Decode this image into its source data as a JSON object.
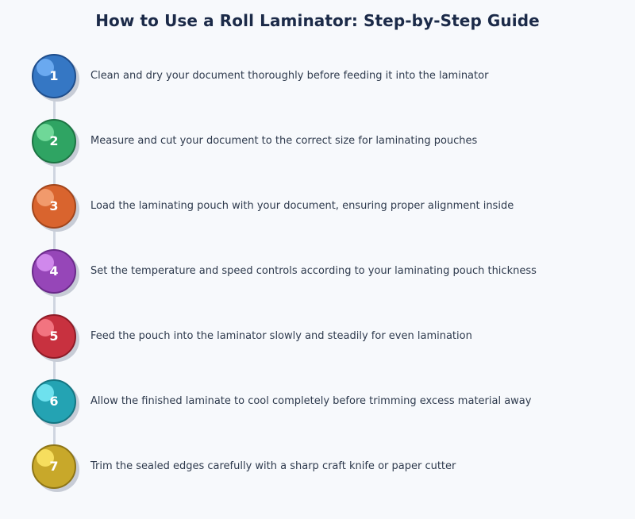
{
  "title": "How to Use a Roll Laminator: Step-by-Step Guide",
  "colors": {
    "background": "#f7f9fc",
    "title": "#1b2a48",
    "text": "#2e3a4d",
    "connector": "#cfd5e0"
  },
  "steps": [
    {
      "number": "1",
      "text": "Clean and dry your document thoroughly before feeding it into the laminator",
      "fill": "#3577c4",
      "border": "#1f4e8c",
      "highlight": "#6aa9f0"
    },
    {
      "number": "2",
      "text": "Measure and cut your document to the correct size for laminating pouches",
      "fill": "#2fa463",
      "border": "#1d7443",
      "highlight": "#6fd898"
    },
    {
      "number": "3",
      "text": "Load the laminating pouch with your document, ensuring proper alignment inside",
      "fill": "#d9642e",
      "border": "#a2461c",
      "highlight": "#f19a6c"
    },
    {
      "number": "4",
      "text": "Set the temperature and speed controls according to your laminating pouch thickness",
      "fill": "#9646b8",
      "border": "#6a2a8a",
      "highlight": "#d088ec"
    },
    {
      "number": "5",
      "text": "Feed the pouch into the laminator slowly and steadily for even lamination",
      "fill": "#c8313f",
      "border": "#8e1c27",
      "highlight": "#f27480"
    },
    {
      "number": "6",
      "text": "Allow the finished laminate to cool completely before trimming excess material away",
      "fill": "#24a3b3",
      "border": "#157682",
      "highlight": "#6ee1ee"
    },
    {
      "number": "7",
      "text": "Trim the sealed edges carefully with a sharp craft knife or paper cutter",
      "fill": "#c8a82a",
      "border": "#8e7516",
      "highlight": "#f6de5e"
    }
  ]
}
